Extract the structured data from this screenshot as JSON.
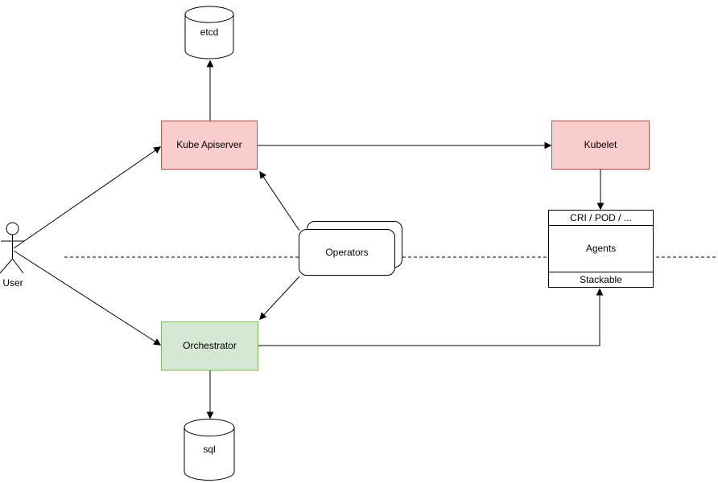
{
  "diagram": {
    "nodes": {
      "user": {
        "label": "User",
        "type": "actor"
      },
      "etcd": {
        "label": "etcd",
        "type": "database-cylinder"
      },
      "kube_apiserver": {
        "label": "Kube Apiserver",
        "type": "box",
        "fill": "#F8CECC",
        "border": "#B85450"
      },
      "kubelet": {
        "label": "Kubelet",
        "type": "box",
        "fill": "#F8CECC",
        "border": "#B85450"
      },
      "operators": {
        "label": "Operators",
        "type": "stacked-rounded-box",
        "fill": "#FFFFFF",
        "border": "#000000"
      },
      "orchestrator": {
        "label": "Orchestrator",
        "type": "box",
        "fill": "#D5E8D4",
        "border": "#82B366"
      },
      "sql": {
        "label": "sql",
        "type": "database-cylinder"
      },
      "agents": {
        "type": "list-box",
        "header": "CRI / POD / ...",
        "body": "Agents",
        "footer": "Stackable",
        "fill": "#FFFFFF",
        "border": "#000000"
      }
    },
    "edges": [
      {
        "from": "User",
        "to": "Kube Apiserver",
        "arrow": "end"
      },
      {
        "from": "User",
        "to": "Orchestrator",
        "arrow": "end"
      },
      {
        "from": "Kube Apiserver",
        "to": "etcd",
        "arrow": "end"
      },
      {
        "from": "Kube Apiserver",
        "to": "Kubelet",
        "arrow": "end"
      },
      {
        "from": "Operators",
        "to": "Kube Apiserver",
        "arrow": "end"
      },
      {
        "from": "Operators",
        "to": "Orchestrator",
        "arrow": "end"
      },
      {
        "from": "Kubelet",
        "to": "Agents",
        "arrow": "end"
      },
      {
        "from": "Orchestrator",
        "to": "sql",
        "arrow": "end"
      },
      {
        "from": "Orchestrator",
        "to": "Agents",
        "arrow": "end"
      }
    ],
    "separator": {
      "style": "dashed",
      "orientation": "horizontal"
    },
    "colors": {
      "line": "#000000",
      "background": "#FFFFFF",
      "red_fill": "#F8CECC",
      "red_border": "#B85450",
      "green_fill": "#D5E8D4",
      "green_border": "#82B366"
    }
  }
}
